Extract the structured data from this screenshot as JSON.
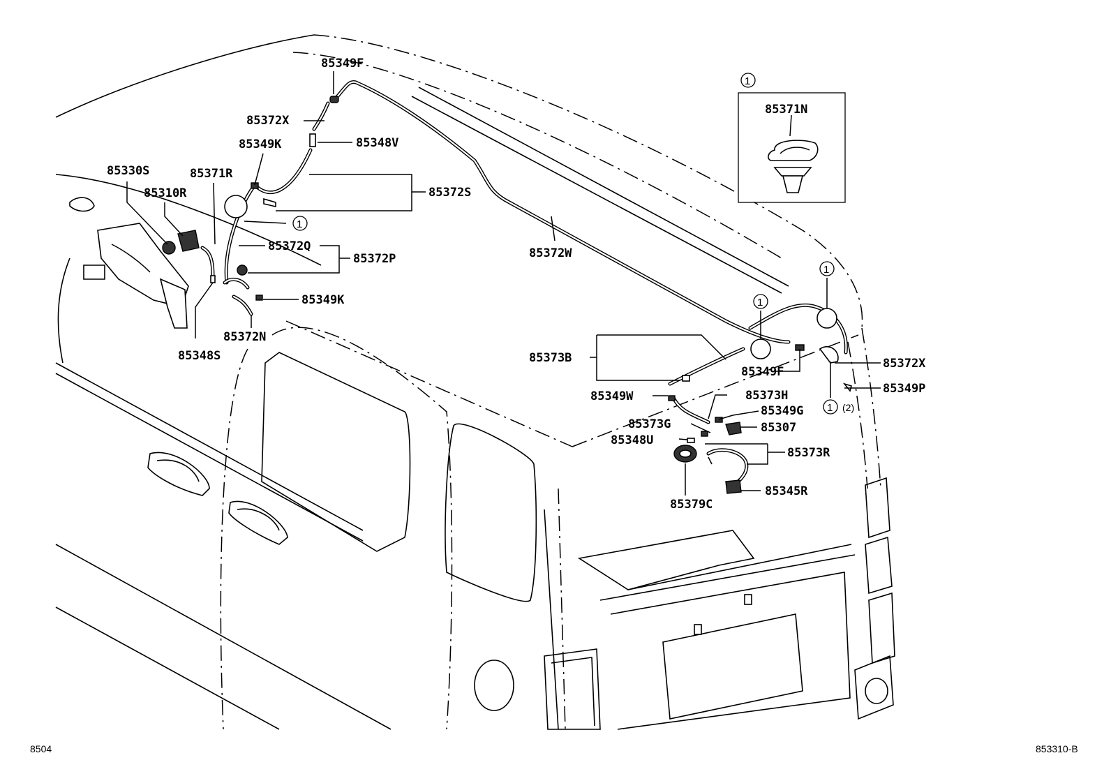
{
  "labels": {
    "p85349F_top": "85349F",
    "p85372X_top": "85372X",
    "p85348V": "85348V",
    "p85349K_top": "85349K",
    "p85330S": "85330S",
    "p85371R": "85371R",
    "p85310R": "85310R",
    "p85372S": "85372S",
    "p85372Q": "85372Q",
    "p85372P": "85372P",
    "p85349K_bottom": "85349K",
    "p85372N": "85372N",
    "p85348S": "85348S",
    "p85372W": "85372W",
    "p85371N": "85371N",
    "p85373B": "85373B",
    "p85349F_right": "85349F",
    "p85372X_right": "85372X",
    "p85349P": "85349P",
    "p85349W": "85349W",
    "p85373H": "85373H",
    "p85349G": "85349G",
    "p85373G": "85373G",
    "p85307": "85307",
    "p85348U": "85348U",
    "p85373R": "85373R",
    "p85379C": "85379C",
    "p85345R": "85345R"
  },
  "markers": {
    "ref_symbol": "①",
    "ref_note": "(2)"
  },
  "footer": {
    "page_number": "8504",
    "figure_code": "853310-B"
  }
}
